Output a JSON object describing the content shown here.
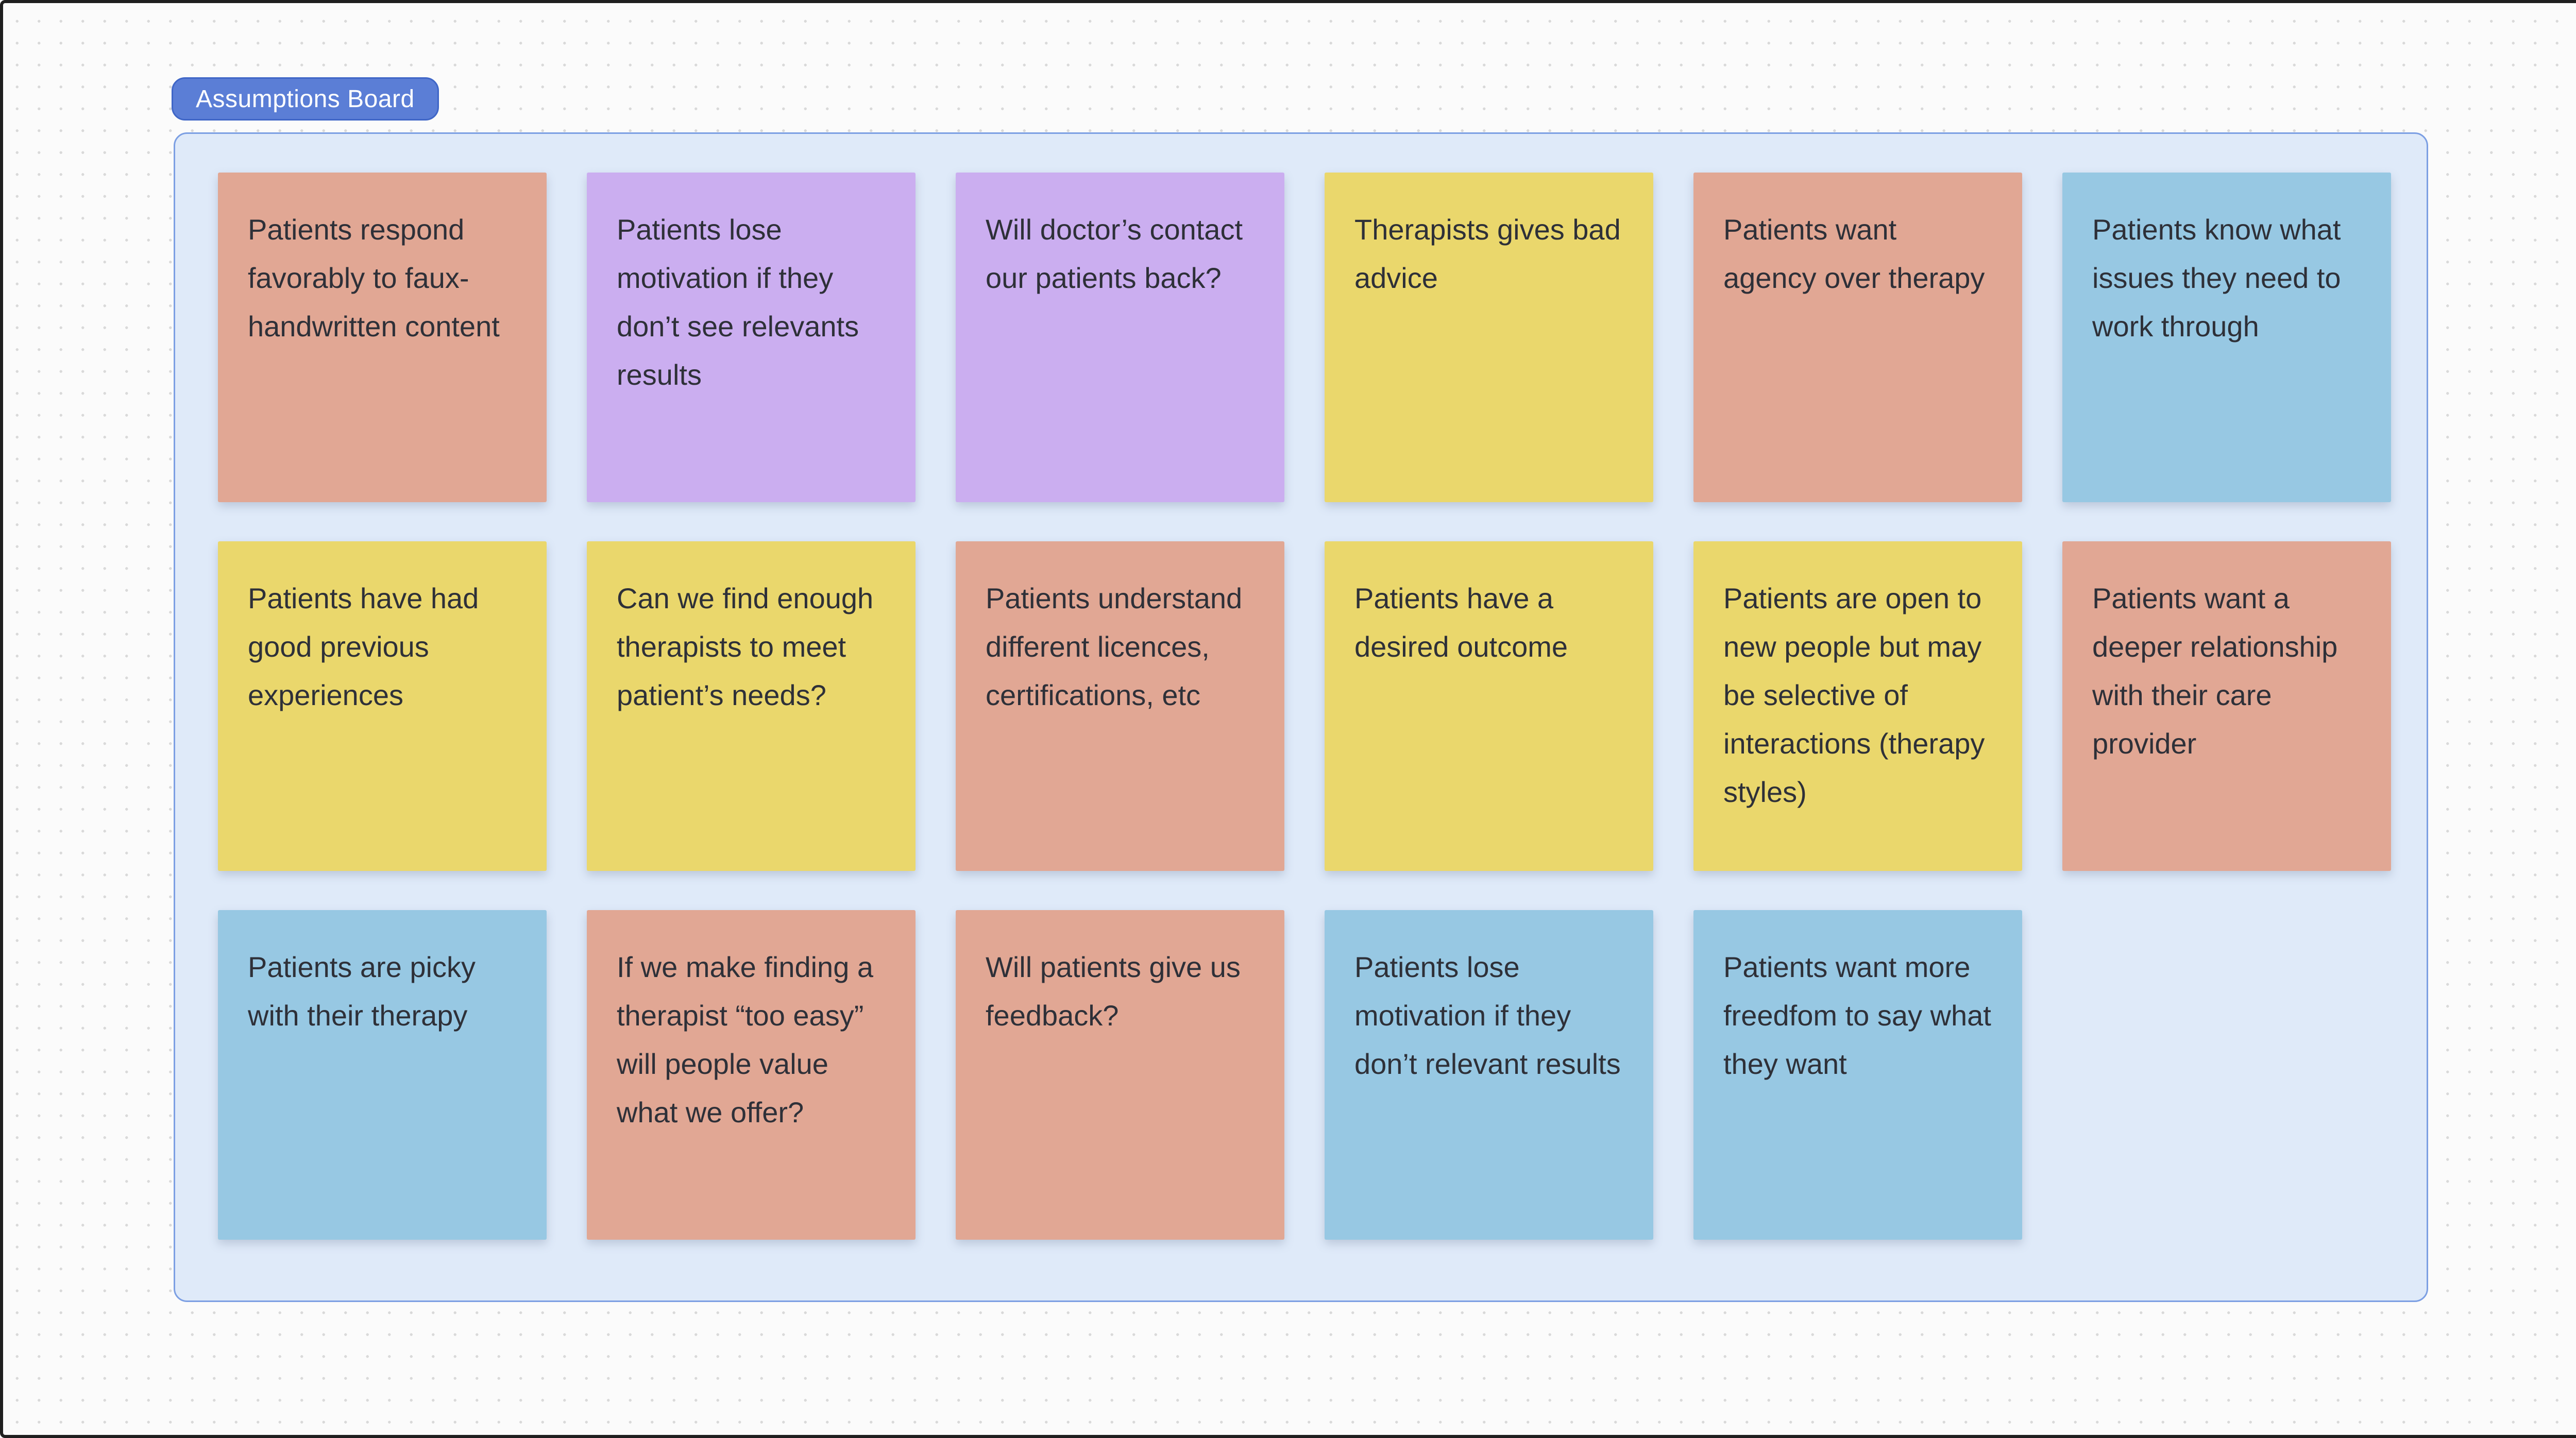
{
  "theme": {
    "background": "#FBFBFB",
    "dot_color": "#D9D9D9",
    "frame_border": "#1F1F1F",
    "board_fill": "#DFEAF9",
    "board_border": "#7C9FE3",
    "label_bg": "#5B7ED6",
    "label_border": "#3F66C7",
    "label_text_color": "#FFFFFF",
    "note_text_color": "#2E3038",
    "note_colors": {
      "salmon": "#E1A794",
      "purple": "#CBAEF0",
      "yellow": "#EAD76C",
      "blue": "#97C8E3"
    }
  },
  "board": {
    "label": "Assumptions Board",
    "notes": [
      {
        "text": "Patients respond favorably to faux-handwritten content",
        "color": "salmon"
      },
      {
        "text": "Patients lose motivation if they don’t see relevants results",
        "color": "purple"
      },
      {
        "text": "Will doctor’s contact our patients back?",
        "color": "purple"
      },
      {
        "text": "Therapists gives bad advice",
        "color": "yellow"
      },
      {
        "text": "Patients want agency over therapy",
        "color": "salmon"
      },
      {
        "text": "Patients know what issues they need to work through",
        "color": "blue"
      },
      {
        "text": "Patients have had good previous experiences",
        "color": "yellow"
      },
      {
        "text": "Can we find enough therapists to meet patient’s needs?",
        "color": "yellow"
      },
      {
        "text": "Patients understand different licences, certifications, etc",
        "color": "salmon"
      },
      {
        "text": "Patients have a desired outcome",
        "color": "yellow"
      },
      {
        "text": "Patients are open to new people but may be selective of interactions (therapy styles)",
        "color": "yellow"
      },
      {
        "text": "Patients want a deeper relationship with their care provider",
        "color": "salmon"
      },
      {
        "text": "Patients are picky with their therapy",
        "color": "blue"
      },
      {
        "text": "If we make finding a therapist “too easy” will people value what we offer?",
        "color": "salmon"
      },
      {
        "text": "Will patients give us feedback?",
        "color": "salmon"
      },
      {
        "text": "Patients lose motivation if they don’t relevant results",
        "color": "blue"
      },
      {
        "text": "Patients want more freedfom to say what they want",
        "color": "blue"
      }
    ]
  }
}
